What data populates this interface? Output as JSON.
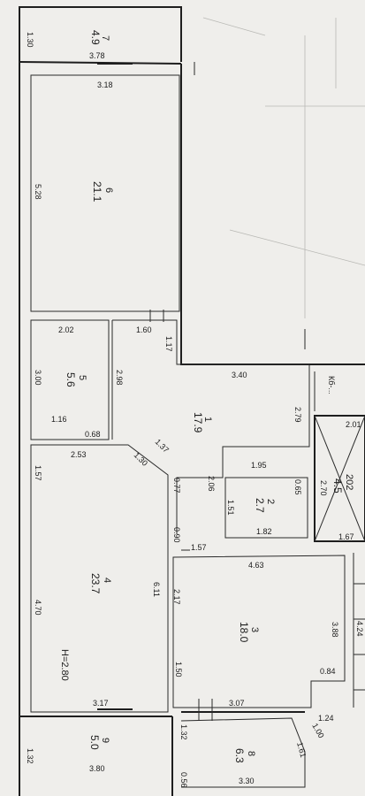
{
  "rooms": [
    {
      "number": "7",
      "area": "4.9"
    },
    {
      "number": "6",
      "area": "21.1"
    },
    {
      "number": "5",
      "area": "5.6"
    },
    {
      "number": "1",
      "area": "17.9"
    },
    {
      "number": "2",
      "area": "2.7"
    },
    {
      "number": "4",
      "area": "23.7"
    },
    {
      "number": "3",
      "area": "18.0"
    },
    {
      "number": "8",
      "area": "6.3"
    },
    {
      "number": "9",
      "area": "5.0"
    }
  ],
  "neighbor_room": {
    "number": "202",
    "area": "4.5"
  },
  "ceiling_height_label": "H=2.80",
  "partial_label": "Кб-...",
  "dimensions": [
    "1.30",
    "3.78",
    "3.18",
    "5.28",
    "1.60",
    "1.17",
    "2.02",
    "3.00",
    "2.98",
    "1.16",
    "0.68",
    "3.40",
    "2.79",
    "2.01",
    "1.95",
    "0.65",
    "2.70",
    "1.51",
    "2.06",
    "1.82",
    "1.67",
    "1.37",
    "1.30",
    "2.53",
    "1.57",
    "0.77",
    "0.90",
    "1.57",
    "4.63",
    "6.11",
    "4.70",
    "2.17",
    "3.88",
    "4.24",
    "1.50",
    "0.84",
    "3.17",
    "3.07",
    "1.24",
    "1.00",
    "1.32",
    "1.32",
    "1.61",
    "3.80",
    "0.56",
    "3.30"
  ]
}
